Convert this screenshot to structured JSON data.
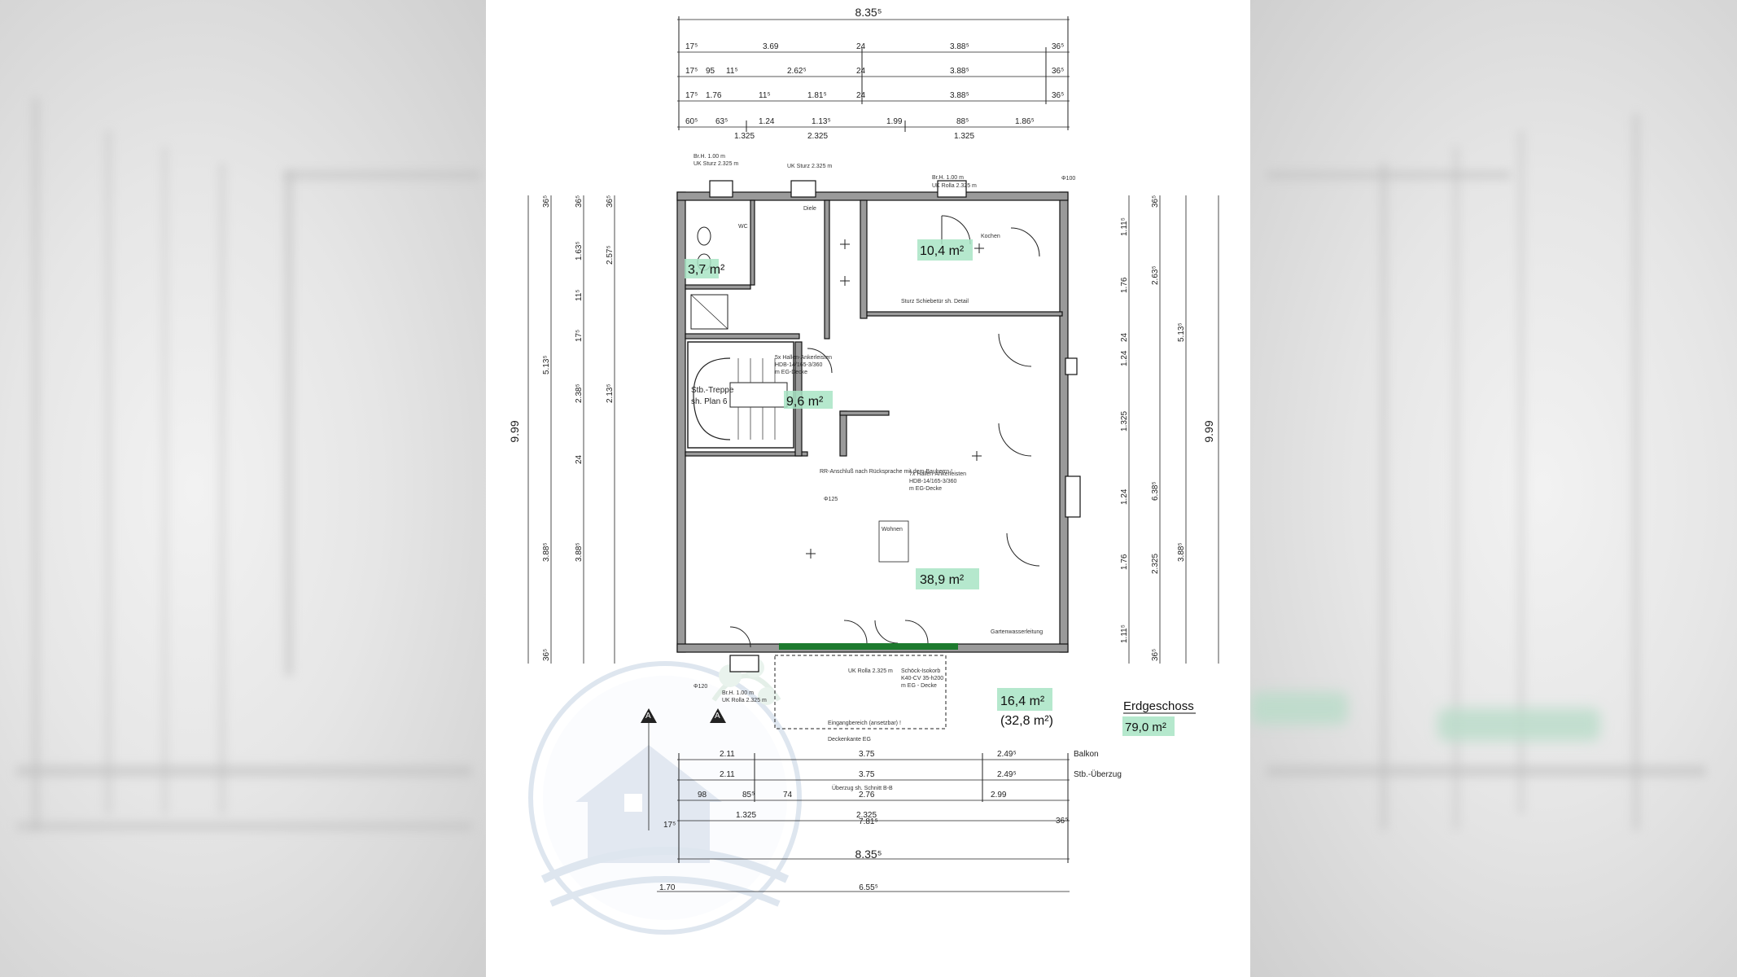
{
  "plan": {
    "title": "Erdgeschoss",
    "total_area": "79,0 m²",
    "overall_width_top": "8.35⁵",
    "overall_width_bottom": "8.35⁵",
    "overall_height_left": "9.99",
    "overall_height_right": "9.99",
    "bottom_base": "6.55⁵",
    "bottom_left_small": "1.70"
  },
  "rooms": {
    "wc_area": "3,7 m²",
    "kitchen_area": "10,4 m²",
    "stair_area": "9,6 m²",
    "living_area": "38,9 m²",
    "terrace_area": "16,4 m²",
    "terrace_sub": "(32,8 m²)",
    "kitchen_label": "Kochen",
    "living_label": "Wohnen",
    "stair_label_1": "Stb.-Treppe",
    "stair_label_2": "sh. Plan 6",
    "wc_label": "WC",
    "hall_label": "Diele"
  },
  "top_dims": {
    "row1": [
      "17⁵",
      "3.69",
      "24",
      "3.88⁵",
      "36⁵"
    ],
    "row2": [
      "17⁵",
      "95",
      "11⁵",
      "2.62⁵",
      "24",
      "3.88⁵",
      "36⁵"
    ],
    "row3": [
      "17⁵",
      "1.76",
      "11⁵",
      "1.81⁵",
      "24",
      "3.88⁵",
      "36⁵"
    ],
    "row4": [
      "60⁵",
      "63⁵",
      "1.24",
      "1.13⁵",
      "1.99",
      "88⁵",
      "1.86⁵"
    ],
    "row5": [
      "1.325",
      "2.325",
      "1.325"
    ]
  },
  "bottom_dims": {
    "row1": [
      "2.11",
      "3.75",
      "2.49⁵"
    ],
    "row2": [
      "2.11",
      "3.75",
      "2.49⁵"
    ],
    "row3": [
      "98",
      "85⁵",
      "74",
      "2.76",
      "2.99"
    ],
    "row4": [
      "1.325",
      "2.325",
      "36⁵"
    ],
    "row5_left": "17⁵",
    "row5_mid": "7.81⁵",
    "balkon": "Balkon",
    "stb_ueberzug": "Stb.-Überzug",
    "ueberzug_note": "Überzug sh. Schnitt B-B",
    "deckenkante": "Deckenkante EG"
  },
  "left_dims": [
    "36⁵",
    "36⁵",
    "36⁵",
    "1.63⁵",
    "2.57⁵",
    "17⁵",
    "11⁵",
    "5.13⁵",
    "2.38⁵",
    "2.13⁵",
    "24",
    "3.88⁵",
    "3.88⁵",
    "36⁵"
  ],
  "right_dims": [
    "36⁵",
    "1.11⁵",
    "1.76",
    "2.63⁵",
    "24",
    "1.24",
    "5.13⁵",
    "1.325",
    "1.24",
    "6.38⁵",
    "2.325",
    "1.76",
    "3.88⁵",
    "1.11⁵",
    "36⁵"
  ],
  "notes": {
    "window_top_left": "Br.H. 1.00 m",
    "window_top_left_2": "UK Sturz 2.325 m",
    "window_top_mid": "UK Sturz 2.325 m",
    "window_top_right": "Br.H. 1.00 m",
    "window_top_right_2": "UK Rolla 2.325 m",
    "beam_note_1": "5x Hallen-Ankerleisten",
    "beam_note_2": "HDB-14/165-3/360",
    "beam_note_3": "m EG-Decke",
    "beam_note_4": "7x Hallen-Ankerleisten",
    "rr_note": "RR-Anschluß nach Rücksprache mit dem Bauherrn !",
    "schoeck_1": "Schöck-Isokorb",
    "schoeck_2": "K40-CV 35-h200",
    "schoeck_3": "m EG - Decke",
    "garden": "Gartenwasserleitung",
    "uk_rolla_bottom": "UK Rolla 2.325 m",
    "window_bottom_left": "Br.H. 1.00 m",
    "window_bottom_left_2": "UK Rolla 2.325 m",
    "terrace_note": "Eingangbereich (ansetzbar) !",
    "section_a": "A",
    "sturz_note": "Sturz Schiebetür sh. Detail",
    "d100": "Φ100",
    "d120": "Φ120",
    "d125": "Φ125"
  }
}
